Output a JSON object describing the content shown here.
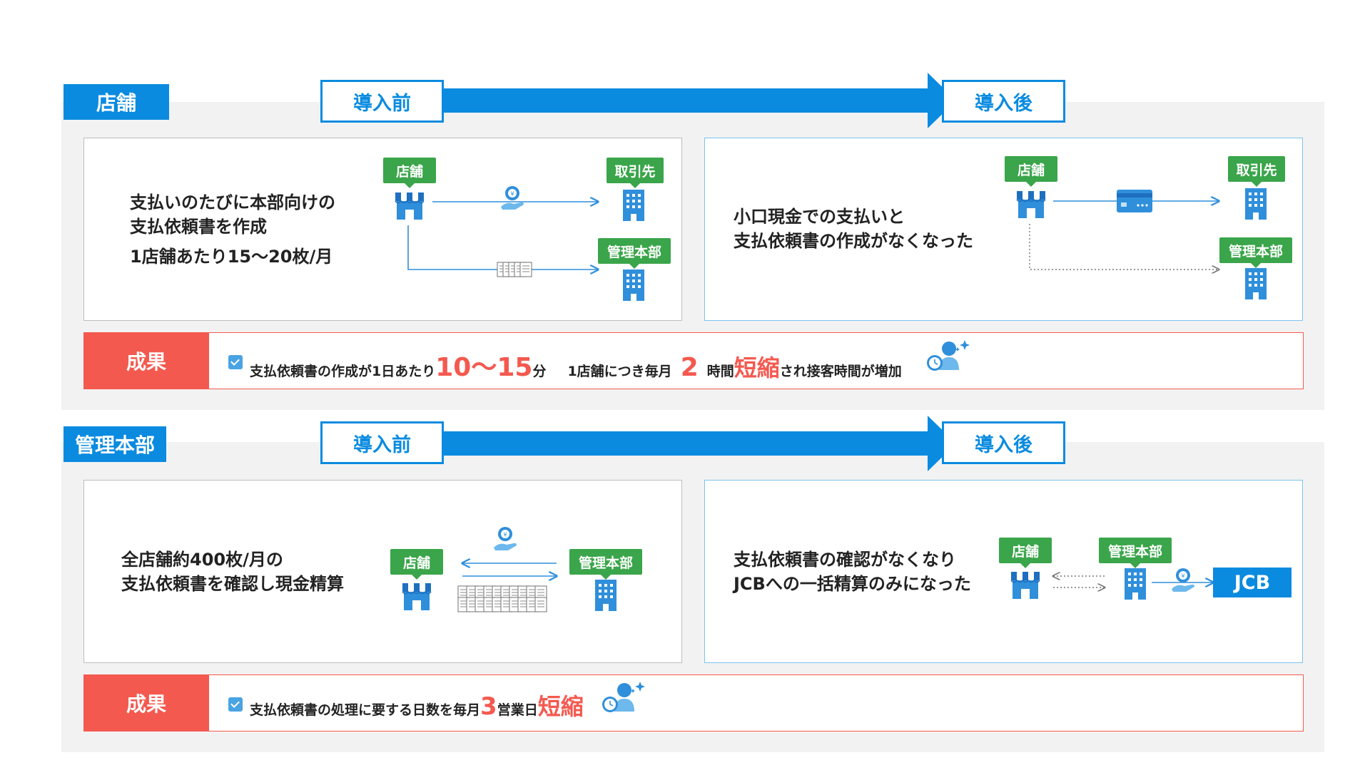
{
  "sections": [
    {
      "tag": "店舗",
      "before_label": "導入前",
      "after_label": "導入後",
      "before": {
        "desc_line1": "支払いのたびに本部向けの",
        "desc_line2": "支払依頼書を作成",
        "desc_line3": "1店舗あたり15〜20枚/月",
        "tag_store": "店舗",
        "tag_partner": "取引先",
        "tag_hq": "管理本部"
      },
      "after": {
        "desc_line1": "小口現金での支払いと",
        "desc_line2": "支払依頼書の作成がなくなった",
        "tag_store": "店舗",
        "tag_partner": "取引先",
        "tag_hq": "管理本部"
      },
      "result": {
        "label": "成果",
        "t1": "支払依頼書の作成が1日あたり",
        "t2": "10〜15",
        "t3": "分",
        "t4": "1店舗につき毎月",
        "t5": "2",
        "t6": "時間",
        "t7": "短縮",
        "t8": "され接客時間が増加"
      }
    },
    {
      "tag": "管理本部",
      "before_label": "導入前",
      "after_label": "導入後",
      "before": {
        "desc_line1": "全店舗約400枚/月の",
        "desc_line2": "支払依頼書を確認し現金精算",
        "tag_store": "店舗",
        "tag_hq": "管理本部"
      },
      "after": {
        "desc_line1": "支払依頼書の確認がなくなり",
        "desc_line2": "JCBへの一括精算のみになった",
        "tag_store": "店舗",
        "tag_hq": "管理本部",
        "jcb": "JCB"
      },
      "result": {
        "label": "成果",
        "t1": "支払依頼書の処理に要する日数を毎月",
        "t2": "3",
        "t3": "営業日",
        "t4": "短縮"
      }
    }
  ],
  "colors": {
    "brand_blue": "#0a8be0",
    "tag_green": "#3aa54a",
    "result_red": "#f4594f",
    "panel_gray": "#f2f2f2"
  }
}
